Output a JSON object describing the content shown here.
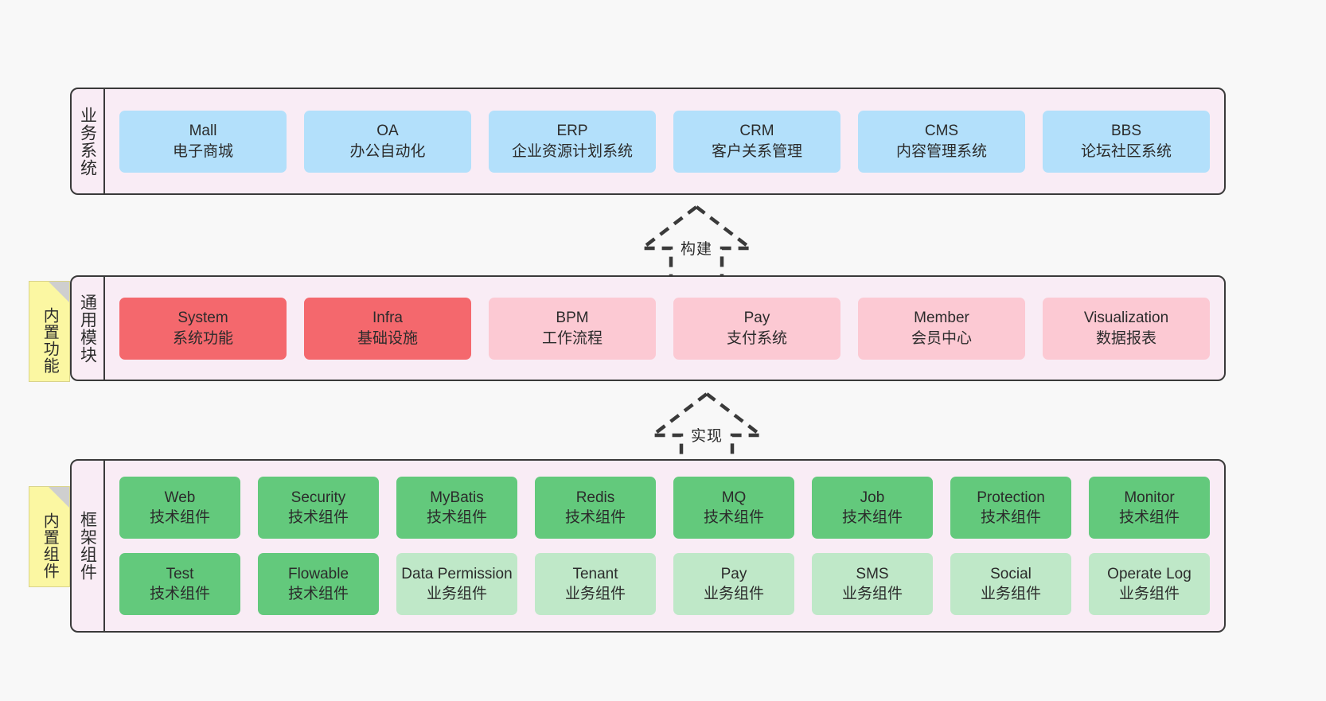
{
  "diagram": {
    "background_color": "#f8f8f8",
    "panel_fill": "#f9ecf5",
    "panel_border": "#3a3a3a"
  },
  "layers": [
    {
      "id": "business",
      "title": "业务系统",
      "palette": "#b3e0fb",
      "rows": [
        {
          "cells": [
            {
              "name": "Mall",
              "desc": "电子商城"
            },
            {
              "name": "OA",
              "desc": "办公自动化"
            },
            {
              "name": "ERP",
              "desc": "企业资源计划系统"
            },
            {
              "name": "CRM",
              "desc": "客户关系管理"
            },
            {
              "name": "CMS",
              "desc": "内容管理系统"
            },
            {
              "name": "BBS",
              "desc": "论坛社区系统"
            }
          ]
        }
      ]
    },
    {
      "id": "modules",
      "title": "通用模块",
      "note": "内置功能",
      "palette_primary": "#f4686d",
      "palette_secondary": "#fcc9d3",
      "rows": [
        {
          "cells": [
            {
              "name": "System",
              "desc": "系统功能",
              "tone": "c-red"
            },
            {
              "name": "Infra",
              "desc": "基础设施",
              "tone": "c-red"
            },
            {
              "name": "BPM",
              "desc": "工作流程",
              "tone": "c-pink"
            },
            {
              "name": "Pay",
              "desc": "支付系统",
              "tone": "c-pink"
            },
            {
              "name": "Member",
              "desc": "会员中心",
              "tone": "c-pink"
            },
            {
              "name": "Visualization",
              "desc": "数据报表",
              "tone": "c-pink"
            }
          ]
        }
      ]
    },
    {
      "id": "framework",
      "title": "框架组件",
      "note": "内置组件",
      "palette_primary": "#63c97c",
      "palette_secondary": "#bfe8c8",
      "rows": [
        {
          "cells": [
            {
              "name": "Web",
              "desc": "技术组件",
              "tone": "c-green"
            },
            {
              "name": "Security",
              "desc": "技术组件",
              "tone": "c-green"
            },
            {
              "name": "MyBatis",
              "desc": "技术组件",
              "tone": "c-green"
            },
            {
              "name": "Redis",
              "desc": "技术组件",
              "tone": "c-green"
            },
            {
              "name": "MQ",
              "desc": "技术组件",
              "tone": "c-green"
            },
            {
              "name": "Job",
              "desc": "技术组件",
              "tone": "c-green"
            },
            {
              "name": "Protection",
              "desc": "技术组件",
              "tone": "c-green"
            },
            {
              "name": "Monitor",
              "desc": "技术组件",
              "tone": "c-green"
            }
          ]
        },
        {
          "cells": [
            {
              "name": "Test",
              "desc": "技术组件",
              "tone": "c-green"
            },
            {
              "name": "Flowable",
              "desc": "技术组件",
              "tone": "c-green"
            },
            {
              "name": "Data Permission",
              "desc": "业务组件",
              "tone": "c-lightgrn",
              "wrap": true
            },
            {
              "name": "Tenant",
              "desc": "业务组件",
              "tone": "c-lightgrn"
            },
            {
              "name": "Pay",
              "desc": "业务组件",
              "tone": "c-lightgrn"
            },
            {
              "name": "SMS",
              "desc": "业务组件",
              "tone": "c-lightgrn"
            },
            {
              "name": "Social",
              "desc": "业务组件",
              "tone": "c-lightgrn"
            },
            {
              "name": "Operate Log",
              "desc": "业务组件",
              "tone": "c-lightgrn"
            }
          ]
        }
      ]
    }
  ],
  "connectors": [
    {
      "id": "build",
      "label": "构建",
      "style": "dashed-hollow-arrow-up"
    },
    {
      "id": "implement",
      "label": "实现",
      "style": "dashed-hollow-arrow-up"
    }
  ]
}
